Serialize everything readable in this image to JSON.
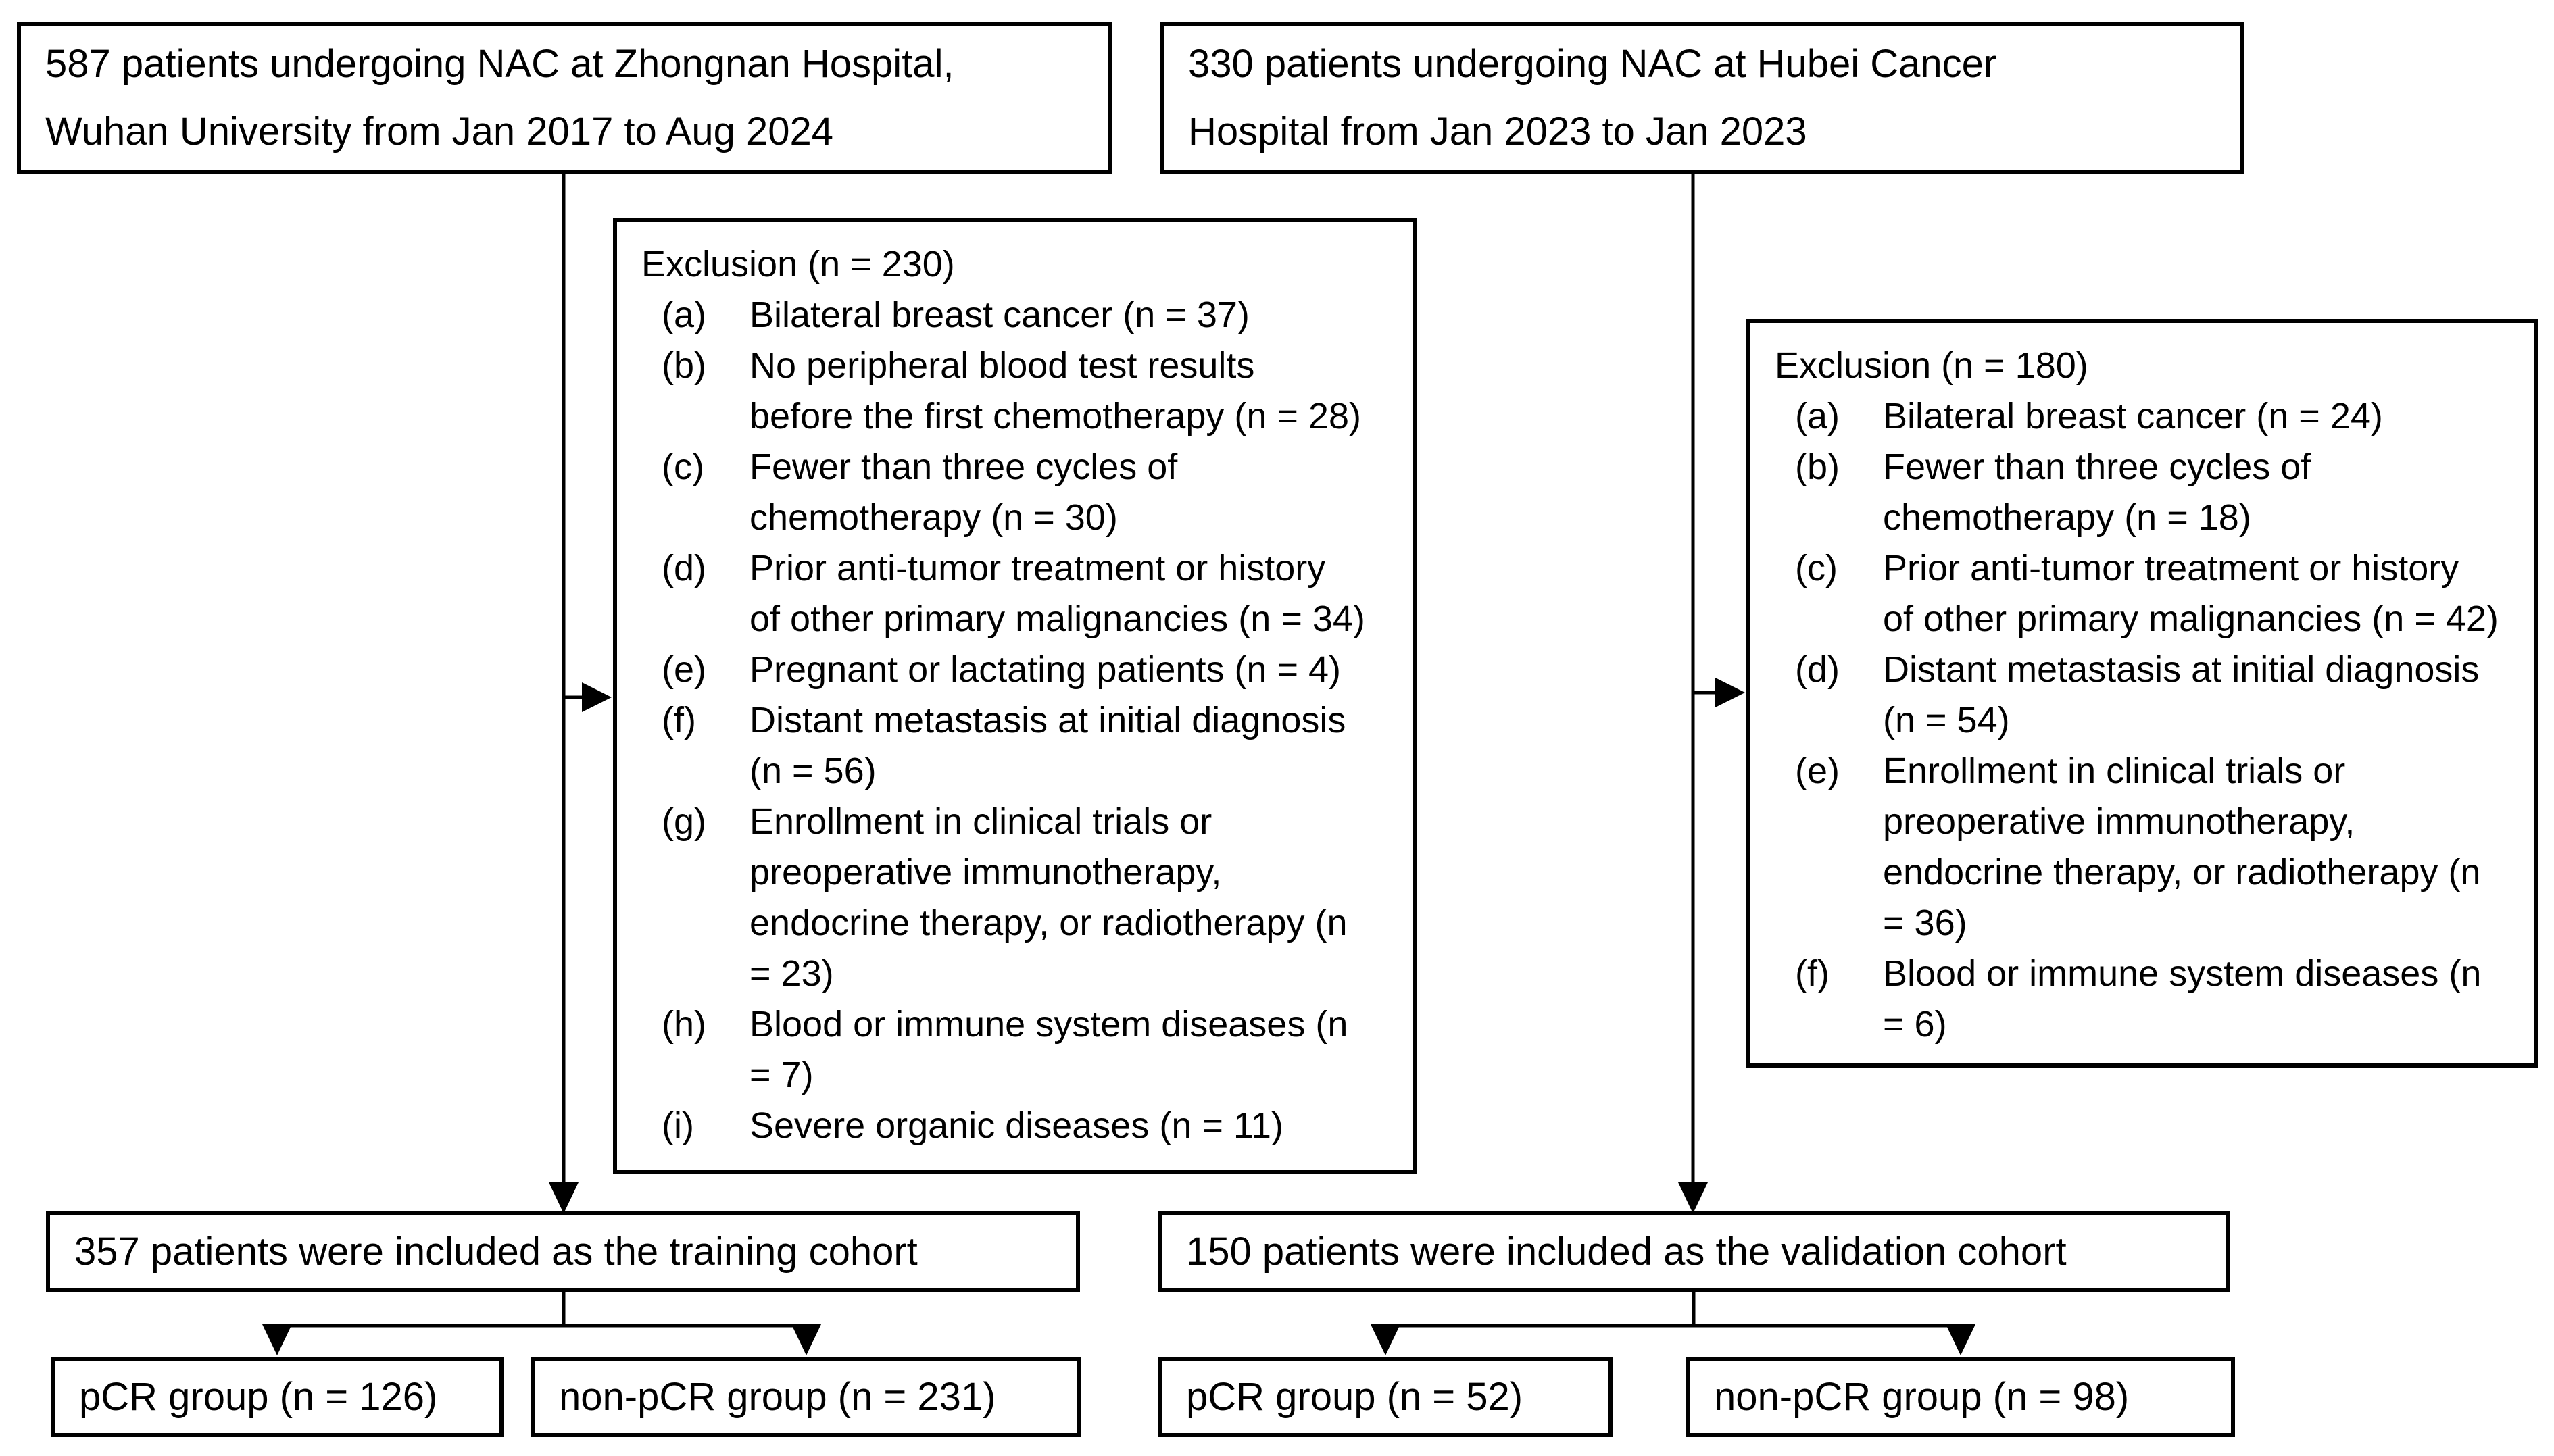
{
  "figure": {
    "type": "patient-flow-diagram",
    "background_color": "#ffffff",
    "line_color": "#000000"
  },
  "top_boxes": {
    "zhongnan": "587 patients undergoing NAC at Zhongnan Hospital,\nWuhan University from Jan 2017 to Aug 2024",
    "hubei": "330 patients undergoing NAC at Hubei Cancer\nHospital from Jan 2023 to Jan 2023"
  },
  "exclusion_left": {
    "title": "Exclusion (n = 230)",
    "items": [
      {
        "label": "(a)",
        "text": "Bilateral breast cancer (n = 37)"
      },
      {
        "label": "(b)",
        "text": "No peripheral blood test results\nbefore the first chemotherapy (n = 28)"
      },
      {
        "label": "(c)",
        "text": "Fewer than three cycles of\nchemotherapy (n = 30)"
      },
      {
        "label": "(d)",
        "text": "Prior anti-tumor treatment or history\nof other primary malignancies (n = 34)"
      },
      {
        "label": "(e)",
        "text": "Pregnant or lactating patients (n = 4)"
      },
      {
        "label": "(f)",
        "text": "Distant metastasis at initial diagnosis\n(n = 56)"
      },
      {
        "label": "(g)",
        "text": "Enrollment in clinical trials or\npreoperative immunotherapy,\nendocrine therapy, or radiotherapy (n\n= 23)"
      },
      {
        "label": "(h)",
        "text": "Blood or immune system diseases (n\n= 7)"
      },
      {
        "label": "(i)",
        "text": "Severe organic diseases (n = 11)"
      }
    ]
  },
  "exclusion_right": {
    "title": "Exclusion (n = 180)",
    "items": [
      {
        "label": "(a)",
        "text": "Bilateral breast cancer (n = 24)"
      },
      {
        "label": "(b)",
        "text": "Fewer than three cycles of\nchemotherapy (n = 18)"
      },
      {
        "label": "(c)",
        "text": "Prior anti-tumor treatment or history\nof other primary malignancies (n = 42)"
      },
      {
        "label": "(d)",
        "text": "Distant metastasis at initial diagnosis\n(n = 54)"
      },
      {
        "label": "(e)",
        "text": "Enrollment in clinical trials or\npreoperative immunotherapy,\nendocrine therapy, or radiotherapy (n\n= 36)"
      },
      {
        "label": "(f)",
        "text": "Blood or immune system diseases (n\n= 6)"
      }
    ]
  },
  "cohort_boxes": {
    "training": "357 patients were included as the training cohort",
    "validation": "150 patients were included as the validation cohort"
  },
  "outcome_boxes": {
    "pcr_training": "pCR group (n = 126)",
    "nonpcr_training": "non-pCR group (n = 231)",
    "pcr_validation": "pCR group (n = 52)",
    "nonpcr_validation": "non-pCR group (n = 98)"
  }
}
